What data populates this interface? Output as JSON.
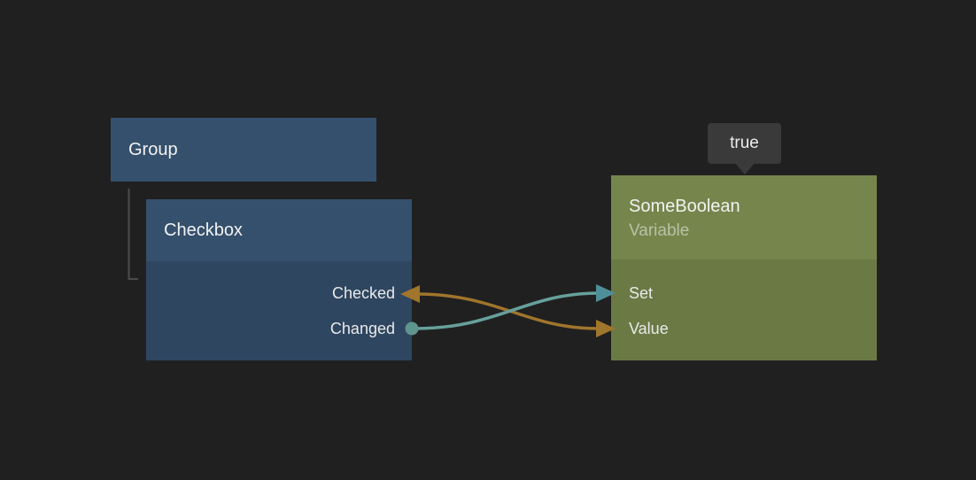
{
  "canvas": {
    "background": "#202020"
  },
  "colors": {
    "canvas_bg": "#202020",
    "node_blue_header": "#35506c",
    "node_blue_body": "#2e4660",
    "node_green_header": "#76854c",
    "node_green_body": "#6b7945",
    "connector_grey": "#4b4b4b",
    "wire_orange": "#a0752c",
    "wire_teal": "#67a09b",
    "teal_arrow": "#4f8f99",
    "teal_dot": "#5f948f",
    "tooltip_bg": "#3a3a3a",
    "tooltip_text": "#ededed",
    "title_text": "#f2f2f2",
    "subtitle_text": "#b9c1a6",
    "port_text": "#e9e9e9"
  },
  "nodes": {
    "group": {
      "title": "Group"
    },
    "checkbox": {
      "title": "Checkbox",
      "parent": "Group",
      "ports": [
        "Checked",
        "Changed"
      ]
    },
    "variable": {
      "title": "SomeBoolean",
      "subtitle": "Variable",
      "ports": [
        "Set",
        "Value"
      ]
    }
  },
  "tooltip": {
    "text": "true"
  },
  "connections": [
    {
      "a": "Checkbox.Checked",
      "b": "SomeBoolean.Value",
      "color_key": "wire_orange",
      "ends": "arrowhead at both ends"
    },
    {
      "a": "Checkbox.Changed",
      "b": "SomeBoolean.Set",
      "color_key": "wire_teal",
      "ends": "dot at Changed, arrowhead at Set"
    }
  ]
}
